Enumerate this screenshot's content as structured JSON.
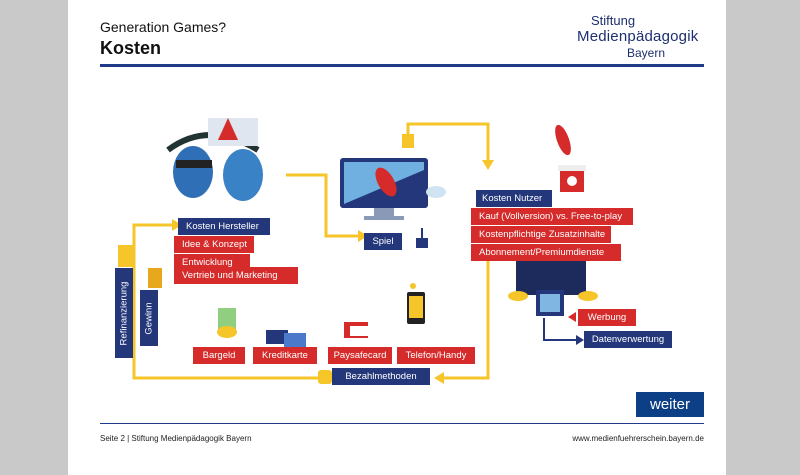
{
  "header": {
    "supertitle": "Generation Games?",
    "title": "Kosten"
  },
  "logo": {
    "line1": "Stiftung",
    "line2": "Medienpädagogik",
    "line3": "Bayern"
  },
  "diagram": {
    "hersteller": {
      "title": "Kosten Hersteller",
      "items": [
        "Idee & Konzept",
        "Entwicklung",
        "Vertrieb und Marketing"
      ]
    },
    "spiel": "Spiel",
    "nutzer": {
      "title": "Kosten Nutzer",
      "items": [
        "Kauf (Vollversion) vs. Free-to-play",
        "Kostenpflichtige Zusatzinhalte",
        "Abonnement/Premiumdienste"
      ]
    },
    "werbung": "Werbung",
    "datenverwertung": "Datenverwertung",
    "bezahlmethoden": "Bezahlmethoden",
    "payment_options": [
      "Bargeld",
      "Kreditkarte",
      "Paysafecard",
      "Telefon/Handy"
    ],
    "refinanzierung": "Refinanzierung",
    "gewinn": "Gewinn"
  },
  "nav": {
    "weiter": "weiter"
  },
  "footer": {
    "left": "Seite 2 | Stiftung Medienpädagogik Bayern",
    "right": "www.medienfuehrerschein.bayern.de"
  },
  "colors": {
    "navy": "#23377a",
    "red": "#d52b2b",
    "arrow_yellow": "#f5c52a",
    "rule": "#1f3a86"
  }
}
